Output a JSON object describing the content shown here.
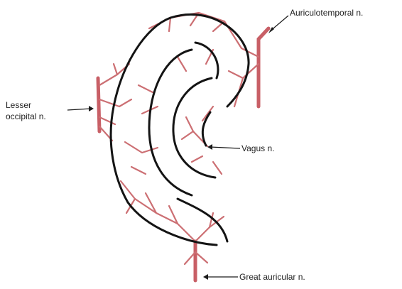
{
  "labels": {
    "auriculotemporal": "Auriculotemporal n.",
    "lesser_occipital": "Lesser\noccipital n.",
    "vagus": "Vagus n.",
    "great_auricular": "Great auricular n."
  },
  "colors": {
    "nerve": "#cc6f73",
    "outline": "#141414"
  }
}
